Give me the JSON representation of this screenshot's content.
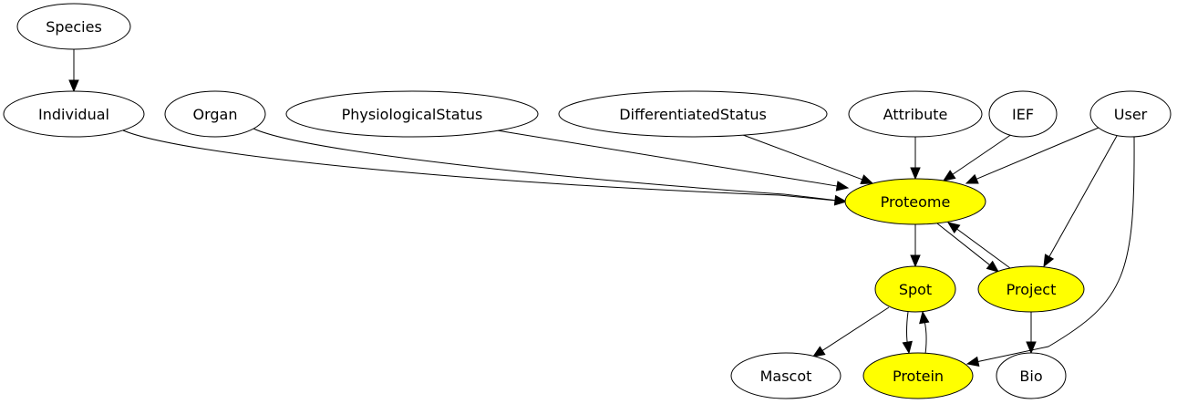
{
  "diagram": {
    "colors": {
      "highlight": "#ffff00",
      "default": "#ffffff",
      "stroke": "#000000"
    },
    "nodes": [
      {
        "id": "species",
        "label": "Species",
        "highlighted": false
      },
      {
        "id": "individual",
        "label": "Individual",
        "highlighted": false
      },
      {
        "id": "organ",
        "label": "Organ",
        "highlighted": false
      },
      {
        "id": "physiological-status",
        "label": "PhysiologicalStatus",
        "highlighted": false
      },
      {
        "id": "differentiated-status",
        "label": "DifferentiatedStatus",
        "highlighted": false
      },
      {
        "id": "attribute",
        "label": "Attribute",
        "highlighted": false
      },
      {
        "id": "ief",
        "label": "IEF",
        "highlighted": false
      },
      {
        "id": "user",
        "label": "User",
        "highlighted": false
      },
      {
        "id": "proteome",
        "label": "Proteome",
        "highlighted": true
      },
      {
        "id": "spot",
        "label": "Spot",
        "highlighted": true
      },
      {
        "id": "project",
        "label": "Project",
        "highlighted": true
      },
      {
        "id": "mascot",
        "label": "Mascot",
        "highlighted": false
      },
      {
        "id": "protein",
        "label": "Protein",
        "highlighted": true
      },
      {
        "id": "bio",
        "label": "Bio",
        "highlighted": false
      }
    ],
    "edges": [
      {
        "from": "species",
        "to": "individual"
      },
      {
        "from": "individual",
        "to": "proteome"
      },
      {
        "from": "organ",
        "to": "proteome"
      },
      {
        "from": "physiological-status",
        "to": "proteome"
      },
      {
        "from": "differentiated-status",
        "to": "proteome"
      },
      {
        "from": "attribute",
        "to": "proteome"
      },
      {
        "from": "ief",
        "to": "proteome"
      },
      {
        "from": "user",
        "to": "proteome"
      },
      {
        "from": "user",
        "to": "project"
      },
      {
        "from": "user",
        "to": "protein"
      },
      {
        "from": "proteome",
        "to": "spot"
      },
      {
        "from": "proteome",
        "to": "project"
      },
      {
        "from": "project",
        "to": "proteome"
      },
      {
        "from": "spot",
        "to": "mascot"
      },
      {
        "from": "spot",
        "to": "protein"
      },
      {
        "from": "protein",
        "to": "spot"
      },
      {
        "from": "project",
        "to": "bio"
      }
    ]
  }
}
